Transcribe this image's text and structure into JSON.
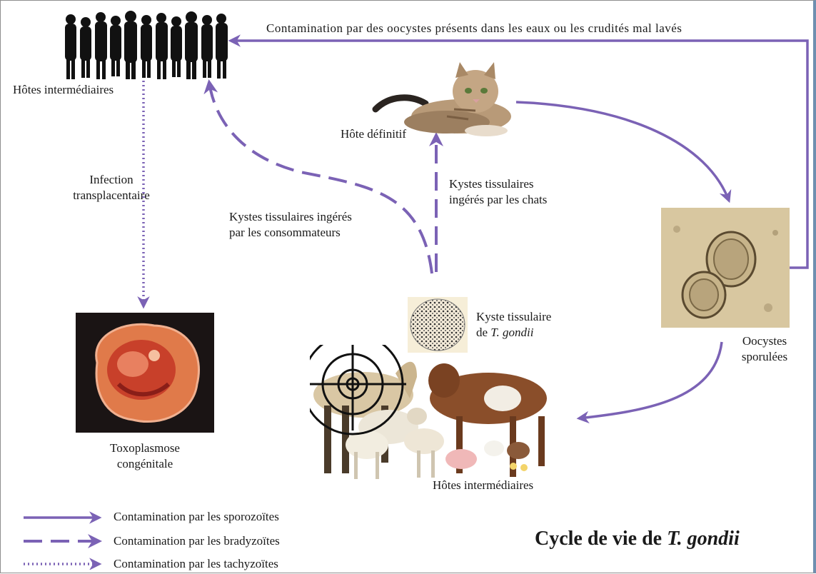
{
  "colors": {
    "arrow": "#7b62b5",
    "crosshair": "#111111"
  },
  "labels": {
    "hosts_top": "Hôtes intermédiaires",
    "definitive_host": "Hôte définitif",
    "contamination_top": "Contamination par des oocystes présents dans les eaux ou les crudités mal lavés",
    "infection_line1": "Infection",
    "infection_line2": "transplacentaire",
    "kystes_consumers_line1": "Kystes tissulaires ingérés",
    "kystes_consumers_line2": "par les consommateurs",
    "kystes_cats_line1": "Kystes tissulaires",
    "kystes_cats_line2": "ingérés par les chats",
    "oocysts_line1": "Oocystes",
    "oocysts_line2": "sporulées",
    "cyst_line1": "Kyste tissulaire",
    "cyst_line2_prefix": "de ",
    "cyst_line2_species": "T. gondii",
    "toxo_line1": "Toxoplasmose",
    "toxo_line2": "congénitale",
    "hosts_bottom": "Hôtes intermédiaires"
  },
  "legend": [
    {
      "style": "solid",
      "label": "Contamination par les sporozoïtes"
    },
    {
      "style": "dashed",
      "label": "Contamination par les bradyzoïtes"
    },
    {
      "style": "dotted",
      "label": "Contamination par les tachyzoïtes"
    }
  ],
  "title": {
    "prefix": "Cycle de vie de ",
    "species": "T. gondii"
  },
  "icons": [
    "people-silhouette-icon",
    "cat-icon",
    "oocyst-micrograph-icon",
    "tissue-cyst-icon",
    "embryo-icon",
    "crosshair-target-icon",
    "livestock-icon"
  ]
}
